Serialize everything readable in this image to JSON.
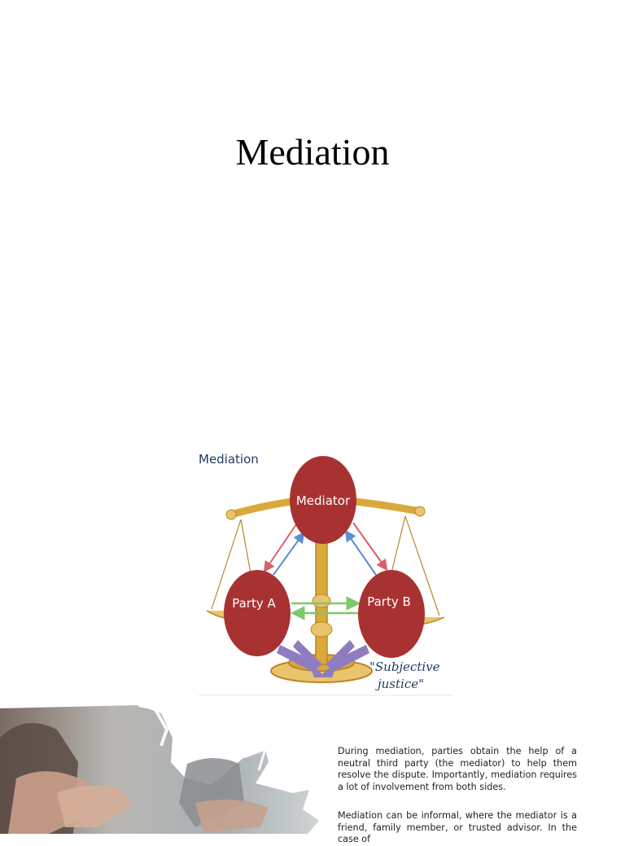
{
  "page": {
    "title": "Mediation"
  },
  "diagram": {
    "label": "Mediation",
    "mediator": "Mediator",
    "party_a": "Party A",
    "party_b": "Party B",
    "caption_line1": "\"Subjective",
    "caption_line2": "justice\"",
    "colors": {
      "circle": "#a83232",
      "gold": "#d9a93a",
      "arrow_red": "#d9606a",
      "arrow_blue": "#5b8fd0",
      "arrow_green": "#7fc76b",
      "arrow_purple": "#8f7cc0",
      "label_navy": "#1f3a5f"
    }
  },
  "content": {
    "paragraph1": " During mediation, parties obtain the help of a neutral third party (the mediator) to help them resolve the dispute. Importantly, mediation requires a lot of involvement from both sides.",
    "paragraph2": "Mediation can be informal, where the mediator is a friend, family member, or trusted advisor. In the case of"
  }
}
